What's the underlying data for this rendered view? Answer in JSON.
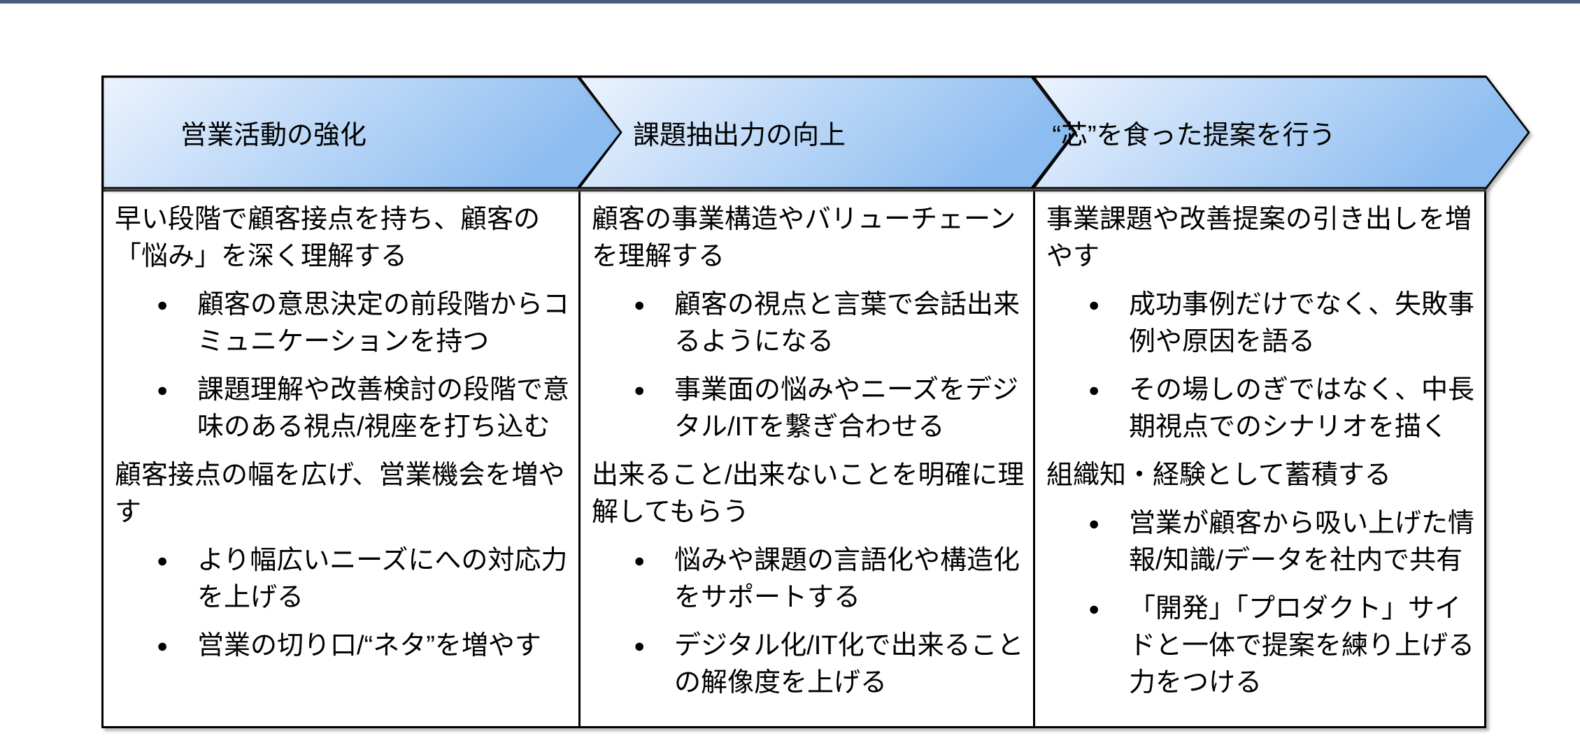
{
  "bullet_glyph": "●",
  "colors": {
    "top_bar": "#485C7E",
    "arrow_gradient_start": "#ECF3FE",
    "arrow_gradient_end": "#8CBCF0",
    "arrow_outline": "#000000",
    "table_border": "#000000",
    "text": "#000000"
  },
  "table": {
    "columns": [
      {
        "header": "営業活動の強化",
        "items": [
          {
            "type": "para",
            "text": "早い段階で顧客接点を持ち、顧客の「悩み」を深く理解する"
          },
          {
            "type": "bullet",
            "text": "顧客の意思決定の前段階からコミュニケーションを持つ"
          },
          {
            "type": "bullet",
            "text": "課題理解や改善検討の段階で意味のある視点/視座を打ち込む"
          },
          {
            "type": "para",
            "text": "顧客接点の幅を広げ、営業機会を増やす"
          },
          {
            "type": "bullet",
            "text": "より幅広いニーズにへの対応力を上げる"
          },
          {
            "type": "bullet",
            "text": "営業の切り口/“ネタ”を増やす"
          }
        ]
      },
      {
        "header": "課題抽出力の向上",
        "items": [
          {
            "type": "para",
            "text": "顧客の事業構造やバリューチェーンを理解する"
          },
          {
            "type": "bullet",
            "text": "顧客の視点と言葉で会話出来るようになる"
          },
          {
            "type": "bullet",
            "text": "事業面の悩みやニーズをデジタル/ITを繋ぎ合わせる"
          },
          {
            "type": "para",
            "text": "出来ること/出来ないことを明確に理解してもらう"
          },
          {
            "type": "bullet",
            "text": "悩みや課題の言語化や構造化をサポートする"
          },
          {
            "type": "bullet",
            "text": "デジタル化/IT化で出来ることの解像度を上げる"
          }
        ]
      },
      {
        "header": "“芯”を食った提案を行う",
        "items": [
          {
            "type": "para",
            "text": "事業課題や改善提案の引き出しを増やす"
          },
          {
            "type": "bullet",
            "text": "成功事例だけでなく、失敗事例や原因を語る"
          },
          {
            "type": "bullet",
            "text": "その場しのぎではなく、中長期視点でのシナリオを描く"
          },
          {
            "type": "para",
            "text": "組織知・経験として蓄積する"
          },
          {
            "type": "bullet",
            "text": "営業が顧客から吸い上げた情報/知識/データを社内で共有"
          },
          {
            "type": "bullet",
            "text": "「開発」「プロダクト」サイドと一体で提案を練り上げる力をつける"
          }
        ]
      }
    ]
  }
}
